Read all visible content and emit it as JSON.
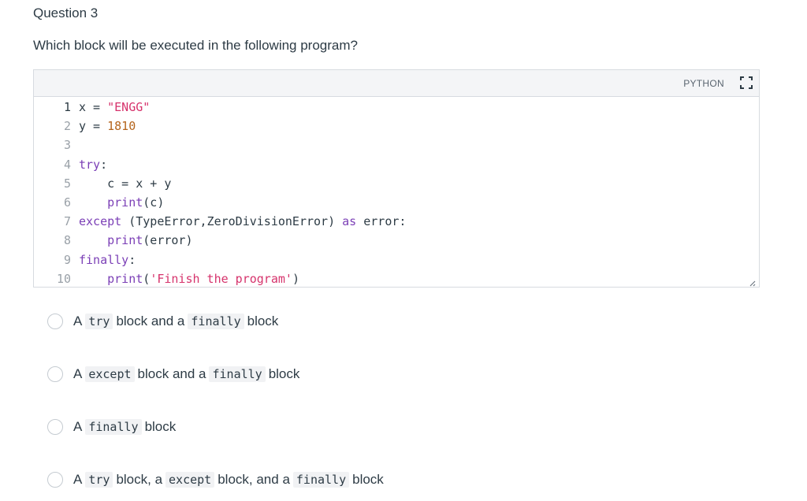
{
  "question": {
    "title": "Question 3",
    "text": "Which block will be executed in the following program?"
  },
  "editor": {
    "language": "PYTHON",
    "lines": [
      {
        "num": "1"
      },
      {
        "num": "2"
      },
      {
        "num": "3"
      },
      {
        "num": "4"
      },
      {
        "num": "5"
      },
      {
        "num": "6"
      },
      {
        "num": "7"
      },
      {
        "num": "8"
      },
      {
        "num": "9"
      },
      {
        "num": "10"
      }
    ],
    "code": {
      "l1_a": "x = ",
      "l1_b": "\"ENGG\"",
      "l2_a": "y = ",
      "l2_b": "1810",
      "l4_a": "try",
      "l4_b": ":",
      "l5_a": "    c = x + y",
      "l6_a": "print",
      "l6_b": "(c)",
      "l7_a": "except",
      "l7_b": " (TypeError,ZeroDivisionError) ",
      "l7_c": "as",
      "l7_d": " error:",
      "l8_a": "print",
      "l8_b": "(error)",
      "l9_a": "finally",
      "l9_b": ":",
      "l10_a": "print",
      "l10_b": "(",
      "l10_c": "'Finish the program'",
      "l10_d": ")"
    }
  },
  "options": [
    {
      "parts": [
        "A",
        "try",
        "block and a",
        "finally",
        "block"
      ]
    },
    {
      "parts": [
        "A",
        "except",
        "block and a",
        "finally",
        "block"
      ]
    },
    {
      "parts": [
        "A",
        "finally",
        "block"
      ]
    },
    {
      "parts": [
        "A",
        "try",
        "block, a",
        "except",
        "block, and a",
        "finally",
        "block"
      ]
    }
  ]
}
